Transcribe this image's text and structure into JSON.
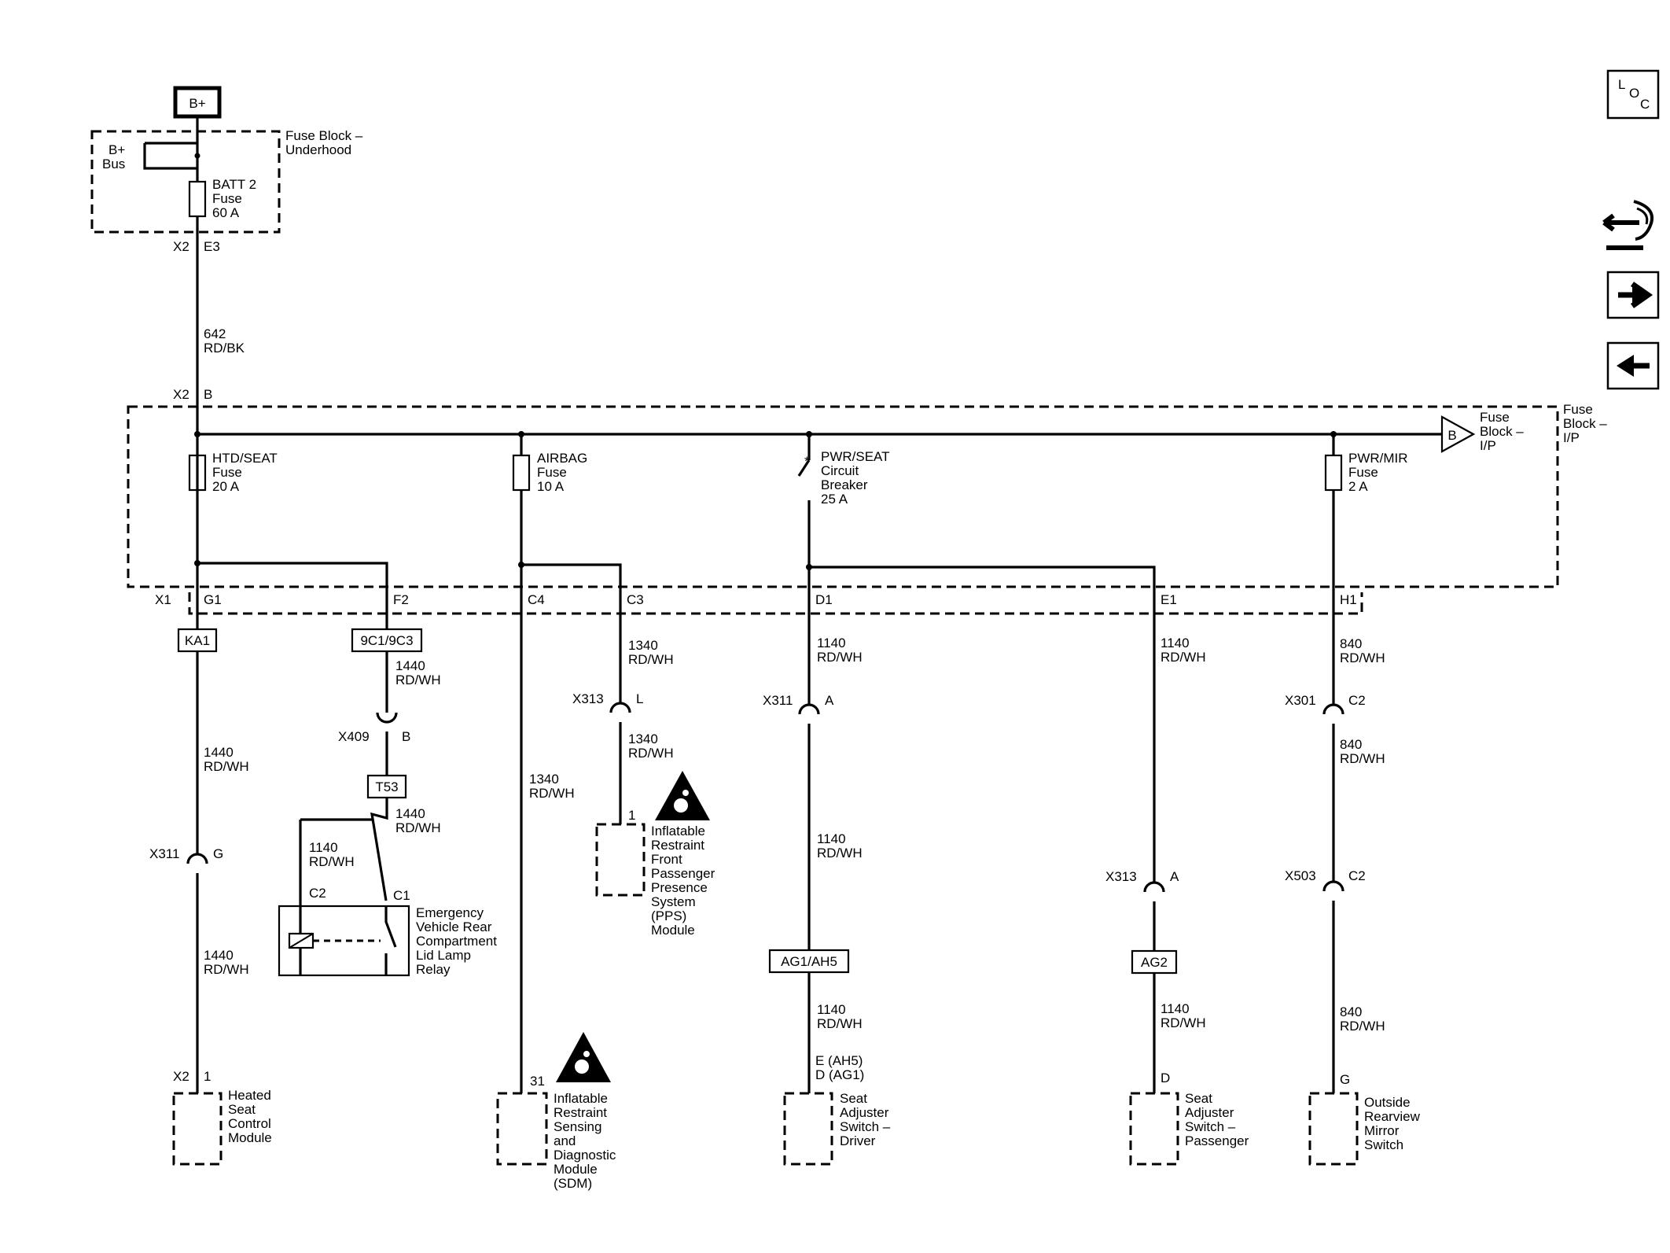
{
  "source": "B+",
  "fuse_block_underhood": {
    "title": [
      "Fuse Block –",
      "Underhood"
    ],
    "bus": [
      "B+",
      "Bus"
    ],
    "fuse": [
      "BATT 2",
      "Fuse",
      "60 A"
    ],
    "conn": "X2",
    "pin_out": "E3"
  },
  "feed_wire": [
    "642",
    "RD/BK"
  ],
  "fuse_block_ip": {
    "conn": "X2",
    "pin_in": "B",
    "title": [
      "Fuse",
      "Block –",
      "I/P"
    ],
    "offpage_ref": "B",
    "fuses": [
      [
        "HTD/SEAT",
        "Fuse",
        "20 A"
      ],
      [
        "AIRBAG",
        "Fuse",
        "10 A"
      ],
      [
        "PWR/SEAT",
        "Circuit",
        "Breaker",
        "25 A"
      ],
      [
        "PWR/MIR",
        "Fuse",
        "2 A"
      ]
    ],
    "conn_out": "X1",
    "pins": [
      "G1",
      "F2",
      "C4",
      "C3",
      "D1",
      "E1",
      "H1"
    ]
  },
  "splices": [
    "KA1",
    "9C1/9C3",
    "T53",
    "AG1/AH5",
    "AG2"
  ],
  "wires": {
    "w1440": [
      "1440",
      "RD/WH"
    ],
    "w1340": [
      "1340",
      "RD/WH"
    ],
    "w1140": [
      "1140",
      "RD/WH"
    ],
    "w840": [
      "840",
      "RD/WH"
    ]
  },
  "inline_connectors": [
    {
      "name": "X311",
      "pin": "G"
    },
    {
      "name": "X409",
      "pin": "B"
    },
    {
      "name": "X313",
      "pin": "L"
    },
    {
      "name": "X311",
      "pin": "A"
    },
    {
      "name": "X313",
      "pin": "A"
    },
    {
      "name": "X301",
      "pin": "C2"
    },
    {
      "name": "X503",
      "pin": "C2"
    }
  ],
  "relay": {
    "pins": [
      "C2",
      "C1"
    ],
    "label": [
      "Emergency",
      "Vehicle Rear",
      "Compartment",
      "Lid Lamp",
      "Relay"
    ]
  },
  "components": {
    "heated_seat": {
      "conn": "X2",
      "pin": "1",
      "label": [
        "Heated",
        "Seat",
        "Control",
        "Module"
      ]
    },
    "sdm": {
      "pin": "31",
      "label": [
        "Inflatable",
        "Restraint",
        "Sensing",
        "and",
        "Diagnostic",
        "Module",
        "(SDM)"
      ]
    },
    "pps": {
      "pin": "1",
      "label": [
        "Inflatable",
        "Restraint",
        "Front",
        "Passenger",
        "Presence",
        "System",
        "(PPS)",
        "Module"
      ]
    },
    "seat_driver": {
      "pins": [
        "E (AH5)",
        "D (AG1)"
      ],
      "label": [
        "Seat",
        "Adjuster",
        "Switch –",
        "Driver"
      ]
    },
    "seat_passenger": {
      "pin": "D",
      "label": [
        "Seat",
        "Adjuster",
        "Switch –",
        "Passenger"
      ]
    },
    "mirror_switch": {
      "pin": "G",
      "label": [
        "Outside",
        "Rearview",
        "Mirror",
        "Switch"
      ]
    }
  },
  "nav": {
    "loc": [
      "L",
      "O",
      "C"
    ]
  }
}
